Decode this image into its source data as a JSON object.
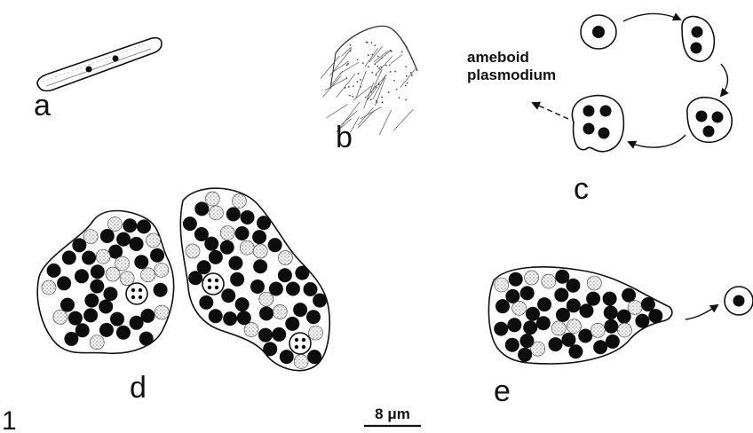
{
  "figure": {
    "number": "1",
    "panels": {
      "a": "a",
      "b": "b",
      "c": "c",
      "d": "d",
      "e": "e"
    },
    "annotation": {
      "line1": "ameboid",
      "line2": "plasmodium"
    },
    "scale_bar": {
      "label": "8 μm"
    }
  },
  "colors": {
    "ink": "#111111",
    "background": "#ffffff",
    "stipple": "#8a8a8a"
  }
}
